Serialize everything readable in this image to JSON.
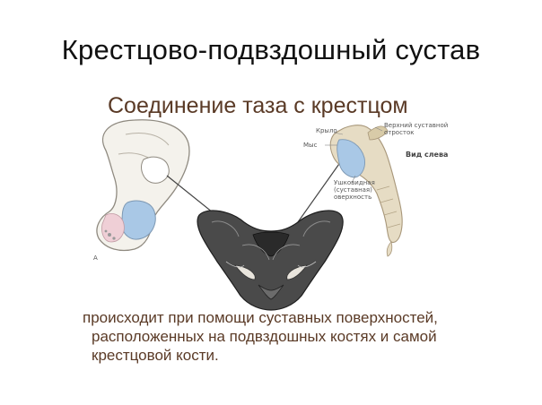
{
  "slide": {
    "title": "Крестцово-подвздошный сустав",
    "subtitle": "Соединение таза с крестцом",
    "caption_lines": [
      "происходит при помощи суставных поверхностей,",
      "расположенных на подвздошных костях и самой",
      "крестцовой кости."
    ]
  },
  "figure_labels": {
    "wing": "Крыло",
    "promontory": "Мыс",
    "superior_process": [
      "Верхний суставной",
      "отросток"
    ],
    "auricular_surface": [
      "Ушковидная",
      "(суставная)",
      "оверхность"
    ],
    "view": "Вид слева",
    "panel_letter": "A"
  },
  "colors": {
    "title": "#111111",
    "subtitle": "#5a3a26",
    "caption": "#5a3a26",
    "bone": "#e6dcc4",
    "articular_blue": "#a9c8e6",
    "pink": "#efcfd6",
    "pelvis_dark": "#3d3d3d"
  }
}
